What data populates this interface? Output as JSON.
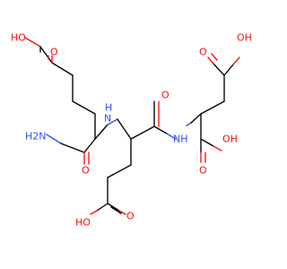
{
  "molecule": {
    "atom_labels": [
      {
        "id": "o_top_left_oh",
        "text": "HO",
        "element": "O"
      },
      {
        "id": "o_top_left_co",
        "text": "O",
        "element": "O"
      },
      {
        "id": "n_left_nh2",
        "text": "H2N",
        "element": "N"
      },
      {
        "id": "o_amide1",
        "text": "O",
        "element": "O"
      },
      {
        "id": "n_middle_nh",
        "text": "H",
        "element": "N"
      },
      {
        "id": "n_middle_n",
        "text": "N",
        "element": "N"
      },
      {
        "id": "o_amide2",
        "text": "O",
        "element": "O"
      },
      {
        "id": "n_right_nh",
        "text": "NH",
        "element": "N"
      },
      {
        "id": "o_top_right_co",
        "text": "O",
        "element": "O"
      },
      {
        "id": "o_top_right_oh",
        "text": "OH",
        "element": "O"
      },
      {
        "id": "o_right_oh",
        "text": "OH",
        "element": "O"
      },
      {
        "id": "o_right_co",
        "text": "O",
        "element": "O"
      },
      {
        "id": "o_bottom_co",
        "text": "O",
        "element": "O"
      },
      {
        "id": "o_bottom_oh",
        "text": "HO",
        "element": "O"
      }
    ],
    "colors": {
      "carbon_bond": "#000000",
      "oxygen": "#ff0d0d",
      "nitrogen": "#3050f8",
      "background": "#ffffff"
    }
  }
}
